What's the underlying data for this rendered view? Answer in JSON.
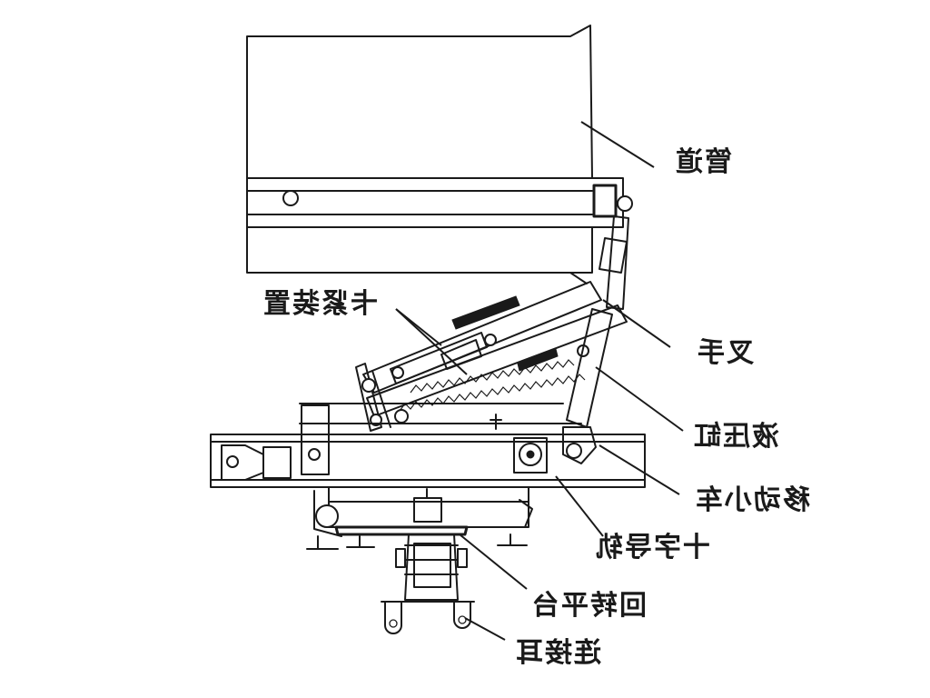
{
  "labels": {
    "pipe": "管道",
    "clamp": "卡紧装置",
    "fork_arm": "叉手",
    "hydraulic_cylinder": "液压缸",
    "moving_cart": "移动小车",
    "cross_rail": "十字导轨",
    "rotary_platform": "回转平台",
    "connecting_ear": "连接耳"
  },
  "colors": {
    "ink": "#1a1a1a",
    "paper": "#ffffff"
  }
}
